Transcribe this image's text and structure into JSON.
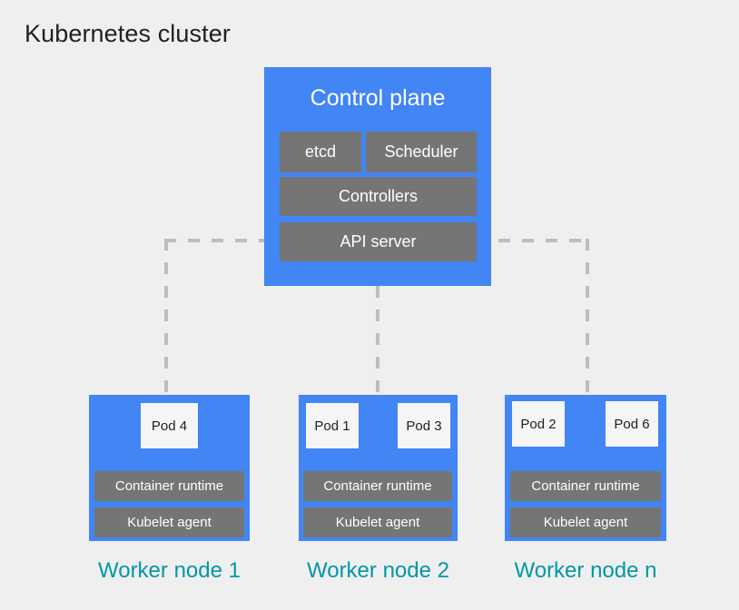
{
  "page": {
    "title": "Kubernetes cluster",
    "background_color": "#efefef"
  },
  "colors": {
    "node_blue": "#4285f4",
    "component_gray": "#757575",
    "pod_white": "#f5f5f5",
    "label_teal": "#0097a7",
    "connector_gray": "#bdbdbd",
    "title_text": "#202124"
  },
  "control_plane": {
    "title": "Control plane",
    "components": [
      {
        "label": "etcd"
      },
      {
        "label": "Scheduler"
      },
      {
        "label": "Controllers"
      },
      {
        "label": "API server"
      }
    ]
  },
  "worker_nodes": [
    {
      "label": "Worker node 1",
      "pods": [
        {
          "label": "Pod 4"
        }
      ],
      "runtime": "Container runtime",
      "kubelet": "Kubelet agent"
    },
    {
      "label": "Worker node 2",
      "pods": [
        {
          "label": "Pod 1"
        },
        {
          "label": "Pod 3"
        }
      ],
      "runtime": "Container runtime",
      "kubelet": "Kubelet agent"
    },
    {
      "label": "Worker node n",
      "pods": [
        {
          "label": "Pod 2"
        },
        {
          "label": "Pod 6"
        }
      ],
      "runtime": "Container runtime",
      "kubelet": "Kubelet agent"
    }
  ]
}
